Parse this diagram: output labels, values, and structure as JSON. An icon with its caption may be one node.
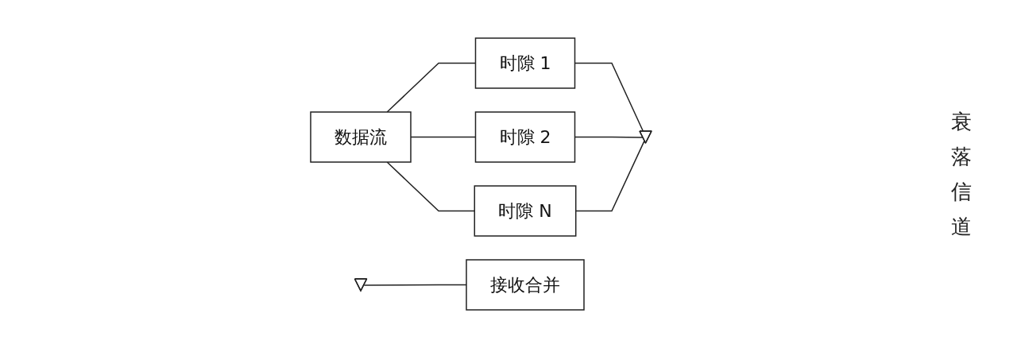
{
  "diagram": {
    "nodes": [
      {
        "text": [
          "数据流"
        ]
      },
      {
        "text": [
          "时隙 1"
        ]
      },
      {
        "text": [
          "时隙 2"
        ]
      },
      {
        "text": [
          "时隙 N"
        ]
      },
      {
        "text": [],
        "shape": "antenna"
      },
      {
        "text": [],
        "shape": "antenna"
      },
      {
        "text": [
          "接收合并"
        ]
      }
    ],
    "edges": [
      {
        "from": 0,
        "to": 1,
        "arrow": "none"
      },
      {
        "from": 0,
        "to": 2,
        "arrow": "none"
      },
      {
        "from": 0,
        "to": 3,
        "arrow": "none"
      },
      {
        "from": 1,
        "to": 4,
        "arrow": "none"
      },
      {
        "from": 2,
        "to": 4,
        "arrow": "none"
      },
      {
        "from": 3,
        "to": 4,
        "arrow": "none"
      },
      {
        "from": 5,
        "to": 6,
        "arrow": "none"
      }
    ],
    "labels": [
      "衰落信道"
    ]
  }
}
